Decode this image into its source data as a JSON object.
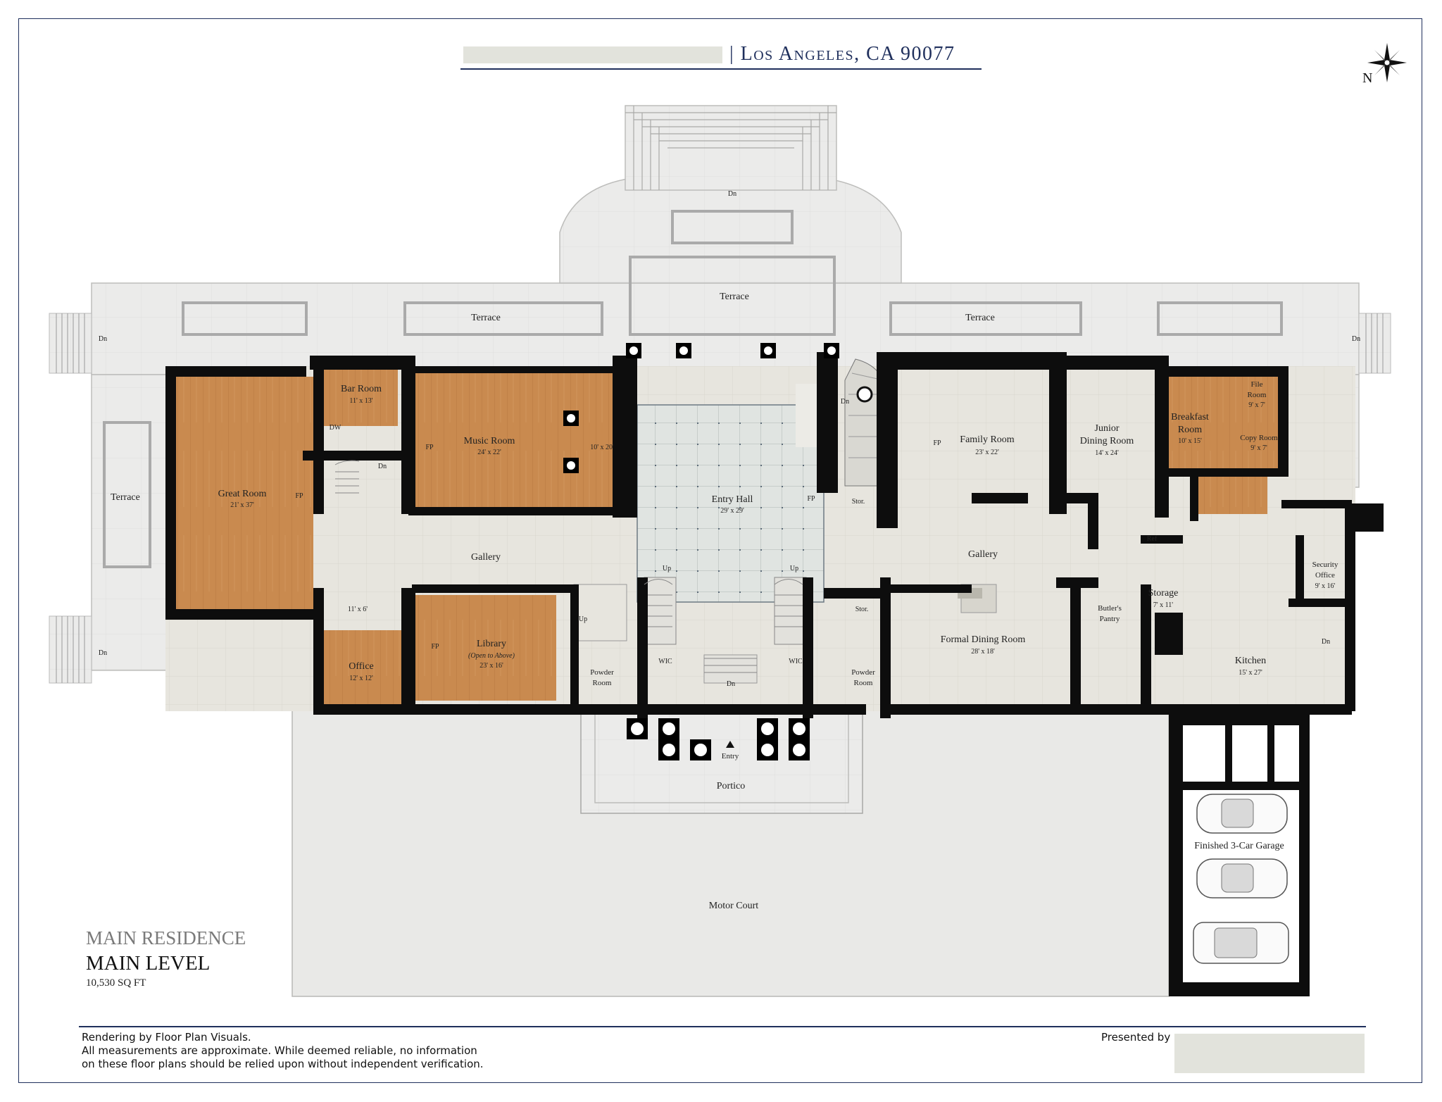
{
  "header": {
    "location": "| Los Angeles, CA 90077"
  },
  "compass": {
    "label": "N"
  },
  "plan_title": {
    "line1": "MAIN RESIDENCE",
    "line2": "MAIN LEVEL",
    "area": "10,530 SQ FT"
  },
  "rooms": {
    "terrace_top": "Terrace",
    "terrace_left": "Terrace",
    "terrace_right": "Terrace",
    "terrace_west": "Terrace",
    "great_room": "Great Room",
    "great_room_dim": "21' x 37'",
    "bar_room": "Bar Room",
    "bar_room_dim": "11' x 13'",
    "music_room": "Music Room",
    "music_room_dim": "24' x 22'",
    "music_alcove_dim": "10' x 20'",
    "entry_hall": "Entry Hall",
    "entry_hall_dim": "29' x 29'",
    "family_room": "Family Room",
    "family_room_dim": "23' x 22'",
    "junior_dining": "Junior",
    "junior_dining2": "Dining Room",
    "junior_dining_dim": "14' x 24'",
    "breakfast": "Breakfast",
    "breakfast2": "Room",
    "breakfast_dim": "10' x 15'",
    "file_room": "File",
    "file_room2": "Room",
    "file_room_dim": "9' x 7'",
    "copy_room": "Copy Room",
    "copy_room_dim": "9' x 7'",
    "gallery_west": "Gallery",
    "gallery_east": "Gallery",
    "closet_dim": "11' x 6'",
    "office": "Office",
    "office_dim": "12' x 12'",
    "library": "Library",
    "library_note": "(Open to Above)",
    "library_dim": "23' x 16'",
    "powder_w": "Powder",
    "powder_w2": "Room",
    "powder_e": "Powder",
    "powder_e2": "Room",
    "wic_w": "WIC",
    "wic_e": "WIC",
    "storage_small": "Stor.",
    "storage_small2": "Stor.",
    "formal_dining": "Formal Dining Room",
    "formal_dining_dim": "28' x 18'",
    "butlers": "Butler's",
    "butlers2": "Pantry",
    "storage": "Storage",
    "storage_dim": "7' x 11'",
    "ref": "Ref",
    "kitchen": "Kitchen",
    "kitchen_dim": "15' x 27'",
    "security": "Security",
    "security2": "Office",
    "security_dim": "9' x 16'",
    "garage": "Finished 3-Car Garage",
    "motor_court": "Motor Court",
    "portico": "Portico",
    "entry": "Entry",
    "fp": "FP",
    "dn": "Dn",
    "up": "Up",
    "dw": "DW"
  },
  "footer": {
    "line1": "Rendering by Floor Plan Visuals.",
    "line2": "All measurements are approximate. While deemed reliable, no information",
    "line3": "on these floor plans should be relied upon without independent verification.",
    "presented_by": "Presented by"
  },
  "colors": {
    "wood": "#c88a4e",
    "stone": "#e6e4dc",
    "wall": "#0d0d0d",
    "tile": "#dee2df",
    "navy": "#1f2f5c",
    "court": "#e9e9e7"
  }
}
